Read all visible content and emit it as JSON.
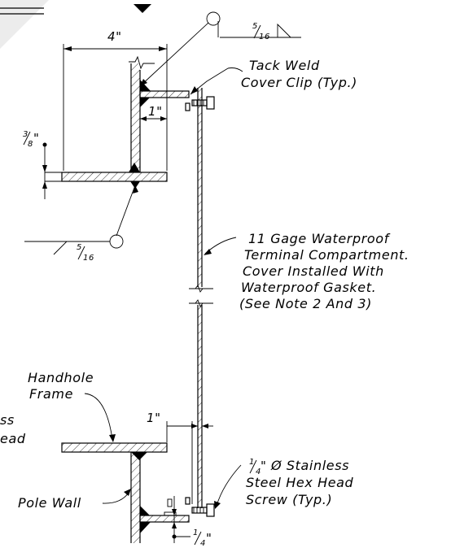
{
  "labels": {
    "tack_weld_line1": "Tack Weld",
    "tack_weld_line2": "Cover Clip (Typ.)",
    "compartment_line1": "11 Gage Waterproof",
    "compartment_line2": "Terminal Compartment.",
    "compartment_line3": "Cover Installed With",
    "compartment_line4": "Waterproof Gasket.",
    "compartment_line5": "(See Note 2 And 3)",
    "handhole_line1": "Handhole",
    "handhole_line2": "Frame",
    "left_cut_line1": "ss",
    "left_cut_line2": "ead",
    "pole_wall": "Pole Wall",
    "screw_line1_prefix": "Ø Stainless",
    "screw_line2": "Steel Hex Head",
    "screw_line3": "Screw (Typ.)"
  },
  "dimensions": {
    "top_width": "4\"",
    "top_offset": "1\"",
    "bottom_offset": "1\"",
    "frame_thickness_num": "3",
    "frame_thickness_den": "8",
    "frame_thickness_unit": "\"",
    "screw_dia_num": "1",
    "screw_dia_den": "4",
    "screw_dia_unit": "\"",
    "bottom_gap_num": "1",
    "bottom_gap_den": "4",
    "bottom_gap_unit": "\""
  },
  "weld_symbols": {
    "top_num": "5",
    "top_den": "16",
    "bottom_num": "5",
    "bottom_den": "16"
  }
}
